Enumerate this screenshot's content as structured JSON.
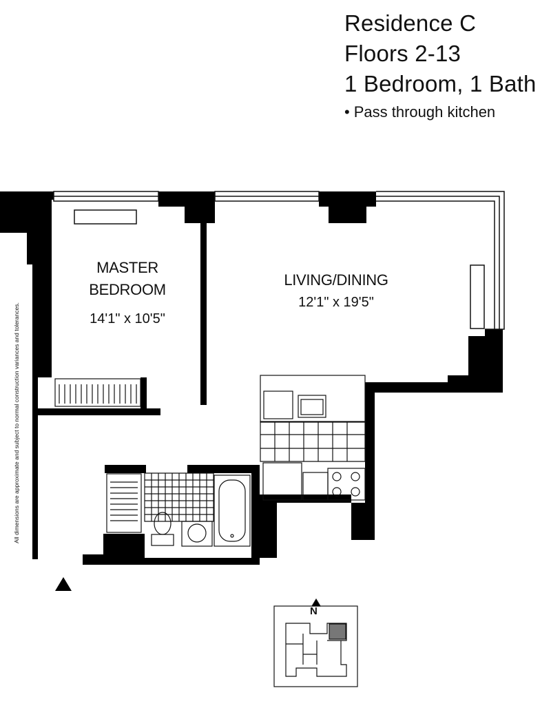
{
  "header": {
    "residence": "Residence C",
    "floors": "Floors 2-13",
    "layout": "1 Bedroom, 1 Bath",
    "features": [
      "Pass through kitchen"
    ],
    "bullet": "•"
  },
  "rooms": {
    "master_bedroom": {
      "name_line1": "MASTER",
      "name_line2": "BEDROOM",
      "dimensions": "14'1\" x 10'5\""
    },
    "living_dining": {
      "name": "LIVING/DINING",
      "dimensions": "12'1\" x 19'5\""
    }
  },
  "disclaimer": "All dimensions are approximate and subject to normal construction variances and tolerances.",
  "key_plan": {
    "north_label": "N"
  },
  "colors": {
    "wall": "#000000",
    "line": "#111111",
    "background": "#ffffff",
    "unit_highlight": "#777777"
  }
}
